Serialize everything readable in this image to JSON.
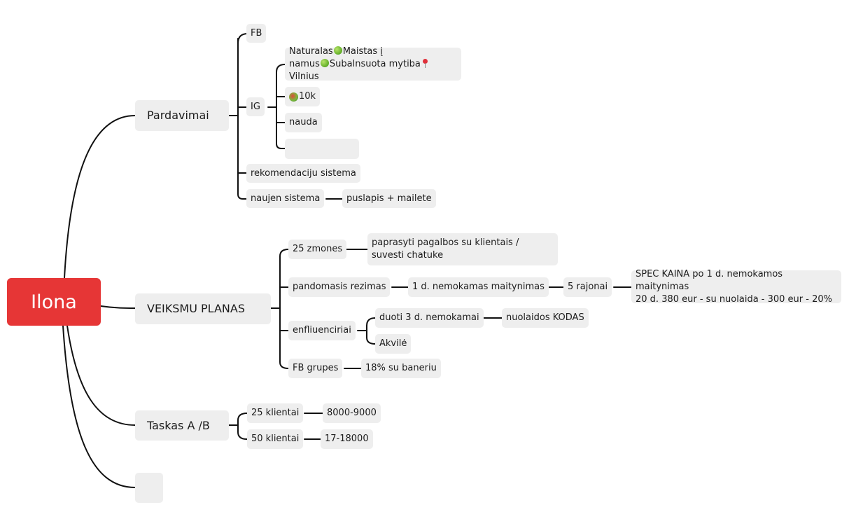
{
  "root": {
    "label": "Ilona",
    "color": "#e63636"
  },
  "branches": {
    "pardavimai": {
      "label": "Pardavimai",
      "fb": "FB",
      "ig": {
        "label": "IG",
        "bio_line1": "Naturalas",
        "bio_line1b": "Maistas į",
        "bio_line2a": "namus",
        "bio_line2b": "Subalnsuota mytiba",
        "bio_line2c": "Vilnius",
        "followers": "10k",
        "nauda": "nauda",
        "empty": ""
      },
      "rekomendaciju": "rekomendaciju sistema",
      "naujen": {
        "label": "naujen sistema",
        "child": "puslapis + mailete"
      }
    },
    "veiksmu": {
      "label": "VEIKSMU PLANAS",
      "zmones": {
        "label": "25 zmones",
        "child": "paprasyti pagalbos su klientais / suvesti chatuke"
      },
      "pandomasis": {
        "label": "pandomasis rezimas",
        "child": "1 d. nemokamas maitynimas",
        "grandchild": "5 rajonai",
        "spec_line1": "SPEC KAINA po 1 d. nemokamos maitynimas",
        "spec_line2": "20 d. 380 eur - su nuolaida - 300 eur - 20%"
      },
      "enfliuenciriai": {
        "label": "enfliuenciriai",
        "duoti": "duoti 3 d. nemokamai",
        "kodas": "nuolaidos KODAS",
        "akvile": "Akvilė"
      },
      "fb_grupes": {
        "label": "FB grupes",
        "child": "18% su baneriu"
      }
    },
    "taskas": {
      "label": "Taskas A /B",
      "k25": {
        "label": "25 klientai",
        "child": "8000-9000"
      },
      "k50": {
        "label": "50 klientai",
        "child": "17-18000"
      }
    },
    "empty": ""
  },
  "colors": {
    "node_bg": "#eeeeee",
    "line": "#111111"
  }
}
